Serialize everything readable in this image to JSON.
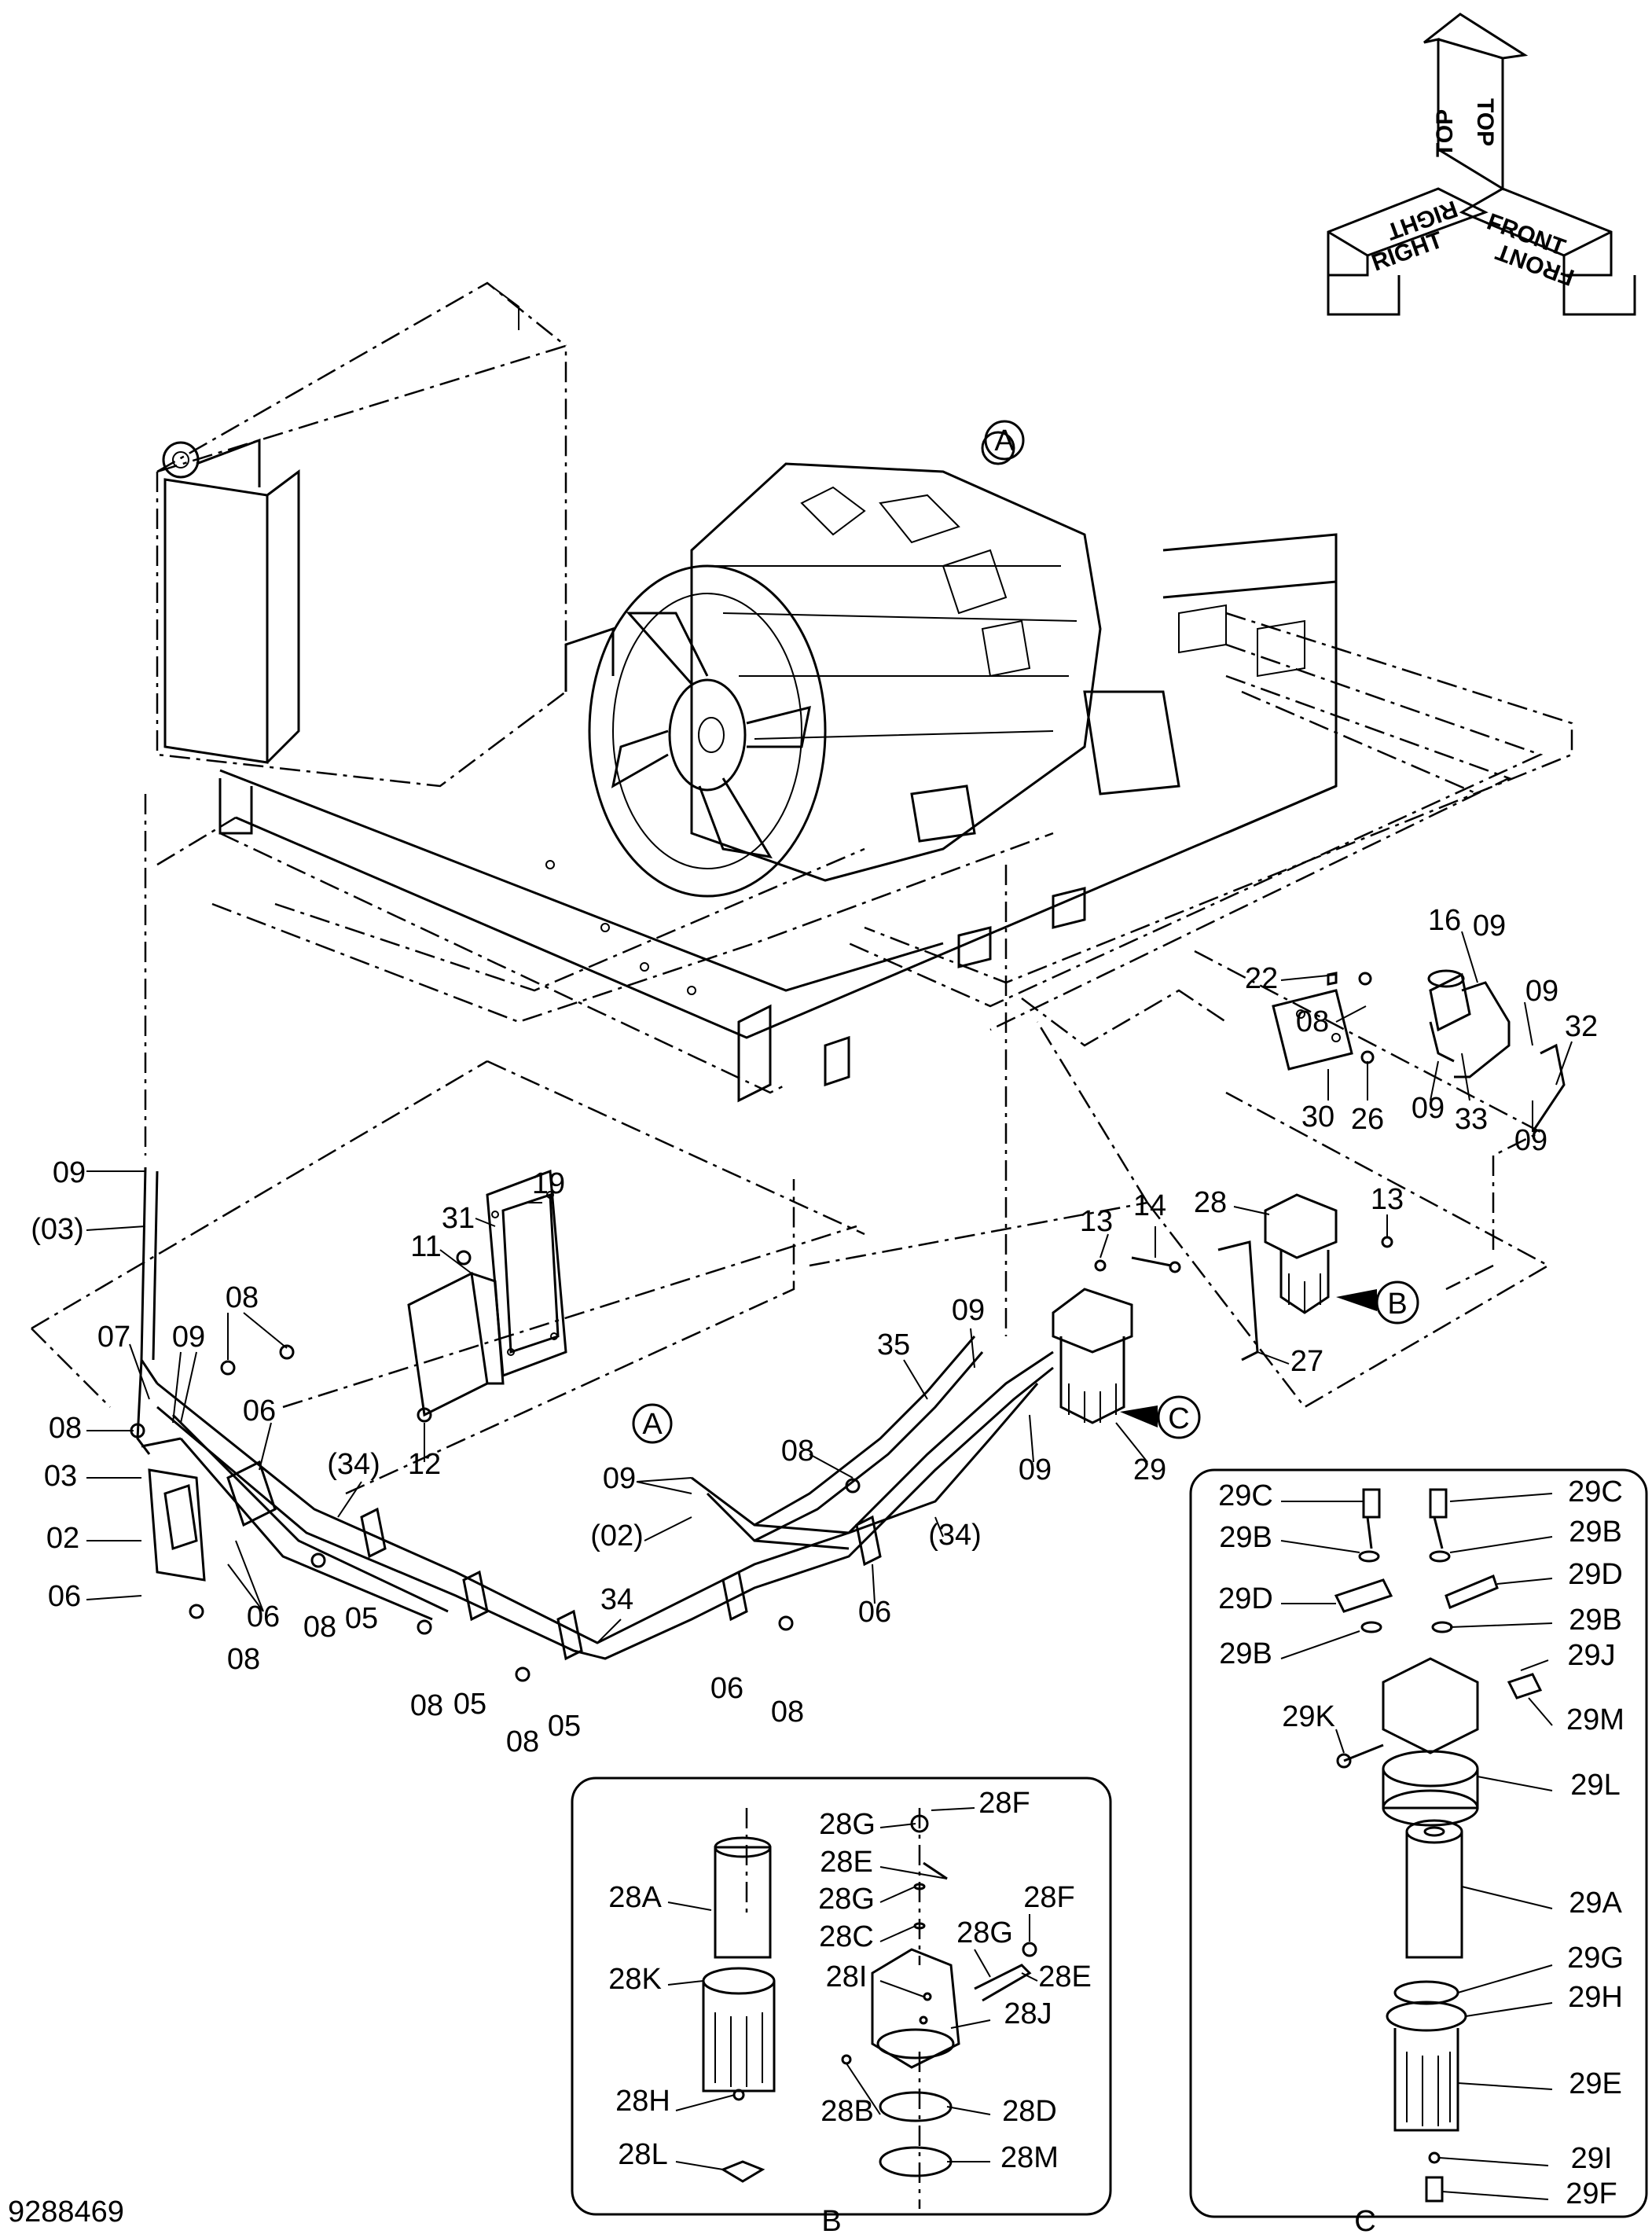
{
  "drawing_number": "9288469",
  "orientation": {
    "top": "TOP",
    "top_mirror": "TOP",
    "right": "RIGHT",
    "right_mirror": "RIGHT",
    "front": "FRONT",
    "front_mirror": "FRONT"
  },
  "views": {
    "a": "A",
    "a2": "A",
    "b": "B",
    "b_bottom": "B",
    "c": "C",
    "c_bottom": "C"
  },
  "labels": {
    "p16": "16",
    "p09a": "09",
    "p09b": "09",
    "p32": "32",
    "p22": "22",
    "p08a": "08",
    "p30": "30",
    "p26": "26",
    "p09c": "09",
    "p33": "33",
    "p09d": "09",
    "p09e": "09",
    "p03p": "(03)",
    "p31": "31",
    "p19": "19",
    "p11": "11",
    "p13a": "13",
    "p14": "14",
    "p28": "28",
    "p13b": "13",
    "p08b": "08",
    "p07": "07",
    "p09f": "09",
    "p08c": "08",
    "p06a": "06",
    "p12": "12",
    "p03": "03",
    "p34p": "(34)",
    "p02": "02",
    "p06b": "06",
    "p06c": "06",
    "p08d": "08",
    "p05a": "05",
    "p08e": "08",
    "p09g": "09",
    "p35": "35",
    "p27": "27",
    "p09h": "09",
    "p29": "29",
    "p09i": "09",
    "p02p": "(02)",
    "p08f": "08",
    "p34p2": "(34)",
    "p06d": "06",
    "p34": "34",
    "p08g": "08",
    "p05b": "05",
    "p06e": "06",
    "p08h": "08",
    "p08i": "08",
    "p05c": "05"
  },
  "detail_b": {
    "l28F": "28F",
    "l28G": "28G",
    "l28E": "28E",
    "l28G2": "28G",
    "l28F2": "28F",
    "l28A": "28A",
    "l28C": "28C",
    "l28G3": "28G",
    "l28K": "28K",
    "l28I": "28I",
    "l28E2": "28E",
    "l28J": "28J",
    "l28H": "28H",
    "l28B": "28B",
    "l28D": "28D",
    "l28L": "28L",
    "l28M": "28M"
  },
  "detail_c": {
    "l29C": "29C",
    "l29C2": "29C",
    "l29B": "29B",
    "l29B2": "29B",
    "l29D": "29D",
    "l29D2": "29D",
    "l29B3": "29B",
    "l29B4": "29B",
    "l29J": "29J",
    "l29M": "29M",
    "l29K": "29K",
    "l29L": "29L",
    "l29A": "29A",
    "l29G": "29G",
    "l29H": "29H",
    "l29E": "29E",
    "l29I": "29I",
    "l29F": "29F"
  }
}
